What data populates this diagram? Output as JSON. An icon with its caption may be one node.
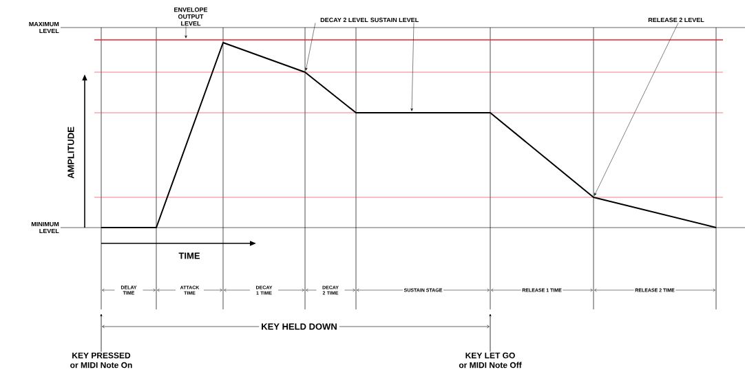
{
  "diagram": {
    "nodes": [
      {
        "text": [
          "ENVELOPE OUTPUT LEVEL"
        ]
      },
      {
        "text": [
          "DECAY 2 LEVEL"
        ]
      },
      {
        "text": [
          "SUSTAIN LEVEL"
        ]
      },
      {
        "text": [
          "RELEASE 2 LEVEL"
        ]
      },
      {
        "text": [
          "KEY PRESSED",
          "or MIDI Note On"
        ]
      },
      {
        "text": [
          "KEY LET GO",
          "or MIDI Note Off"
        ]
      }
    ],
    "edges": [
      {
        "from": 0,
        "to": null,
        "arrow": "to"
      },
      {
        "from": 1,
        "to": null,
        "arrow": "to"
      },
      {
        "from": 2,
        "to": null,
        "arrow": "to"
      },
      {
        "from": 3,
        "to": null,
        "arrow": "to"
      },
      {
        "from": 4,
        "to": null,
        "arrow": "to"
      },
      {
        "from": 5,
        "to": null,
        "arrow": "to"
      }
    ],
    "labels": [
      "MAXIMUM LEVEL",
      "MINIMUM LEVEL",
      "AMPLITUDE",
      "TIME",
      "DELAY TIME",
      "ATTACK TIME",
      "DECAY 1 TIME",
      "DECAY 2 TIME",
      "SUSTAIN STAGE",
      "RELEASE 1 TIME",
      "RELEASE 2 TIME",
      "KEY HELD DOWN"
    ]
  }
}
